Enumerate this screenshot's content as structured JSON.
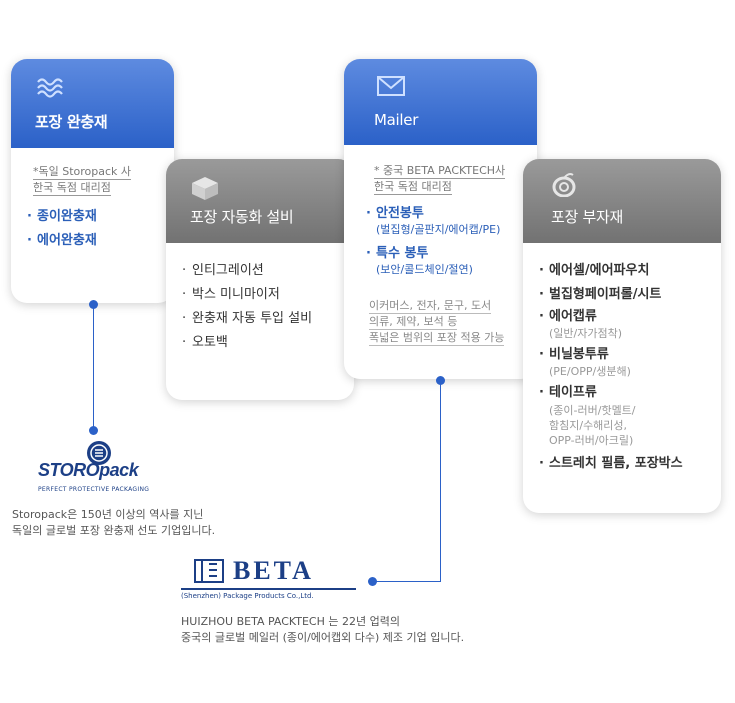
{
  "cards": {
    "cushion": {
      "title": "포장 완충재",
      "icon": "wave-icon",
      "note": [
        "*독일 Storopack 사",
        "한국 독점 대리점"
      ],
      "items": [
        "종이완충재",
        "에어완충재"
      ]
    },
    "automation": {
      "title": "포장 자동화 설비",
      "icon": "box-icon",
      "items": [
        "인티그레이션",
        "박스 미니마이저",
        "완충재 자동 투입 설비",
        "오토백"
      ]
    },
    "mailer": {
      "title": "Mailer",
      "icon": "envelope-icon",
      "note": [
        "* 중국 BETA PACKTECH사",
        "한국 독점 대리점"
      ],
      "items": [
        {
          "label": "안전봉투",
          "sub": "(벌집형/골판지/에어캡/PE)"
        },
        {
          "label": "특수 봉투",
          "sub": "(보안/콜드체인/절연)"
        }
      ],
      "footnote": [
        "이커머스, 전자, 문구, 도서",
        "의류, 제약, 보석 등",
        "폭넓은 범위의 포장 적용 가능"
      ]
    },
    "supplies": {
      "title": "포장 부자재",
      "icon": "tape-roll-icon",
      "items": [
        {
          "label": "에어셀/에어파우치",
          "sub": ""
        },
        {
          "label": "벌집형페이퍼롤/시트",
          "sub": ""
        },
        {
          "label": "에어캡류",
          "sub": "(일반/자가점착)"
        },
        {
          "label": "비닐봉투류",
          "sub": "(PE/OPP/생분해)"
        },
        {
          "label": "테이프류",
          "sub": "(종이-러버/핫멜트/\n함침지/수해리성,\nOPP-러버/아크릴)"
        },
        {
          "label": "스트레치 필름, 포장박스",
          "sub": ""
        }
      ]
    }
  },
  "storopack": {
    "logo_text": "STOROpack",
    "tagline": "PERFECT PROTECTIVE PACKAGING",
    "desc": [
      "Storopack은 150년 이상의 역사를 지닌",
      "독일의 글로벌 포장 완충재 선도 기업입니다."
    ]
  },
  "beta": {
    "logo_text": "BETA",
    "sub": "(Shenzhen) Package Products Co.,Ltd.",
    "desc": [
      "HUIZHOU BETA PACKTECH 는 22년 업력의",
      "중국의 글로벌 메일러 (종이/에어캡외 다수) 제조 기업 입니다."
    ]
  },
  "colors": {
    "accent": "#2b61c8",
    "gray_head": "#808080"
  }
}
